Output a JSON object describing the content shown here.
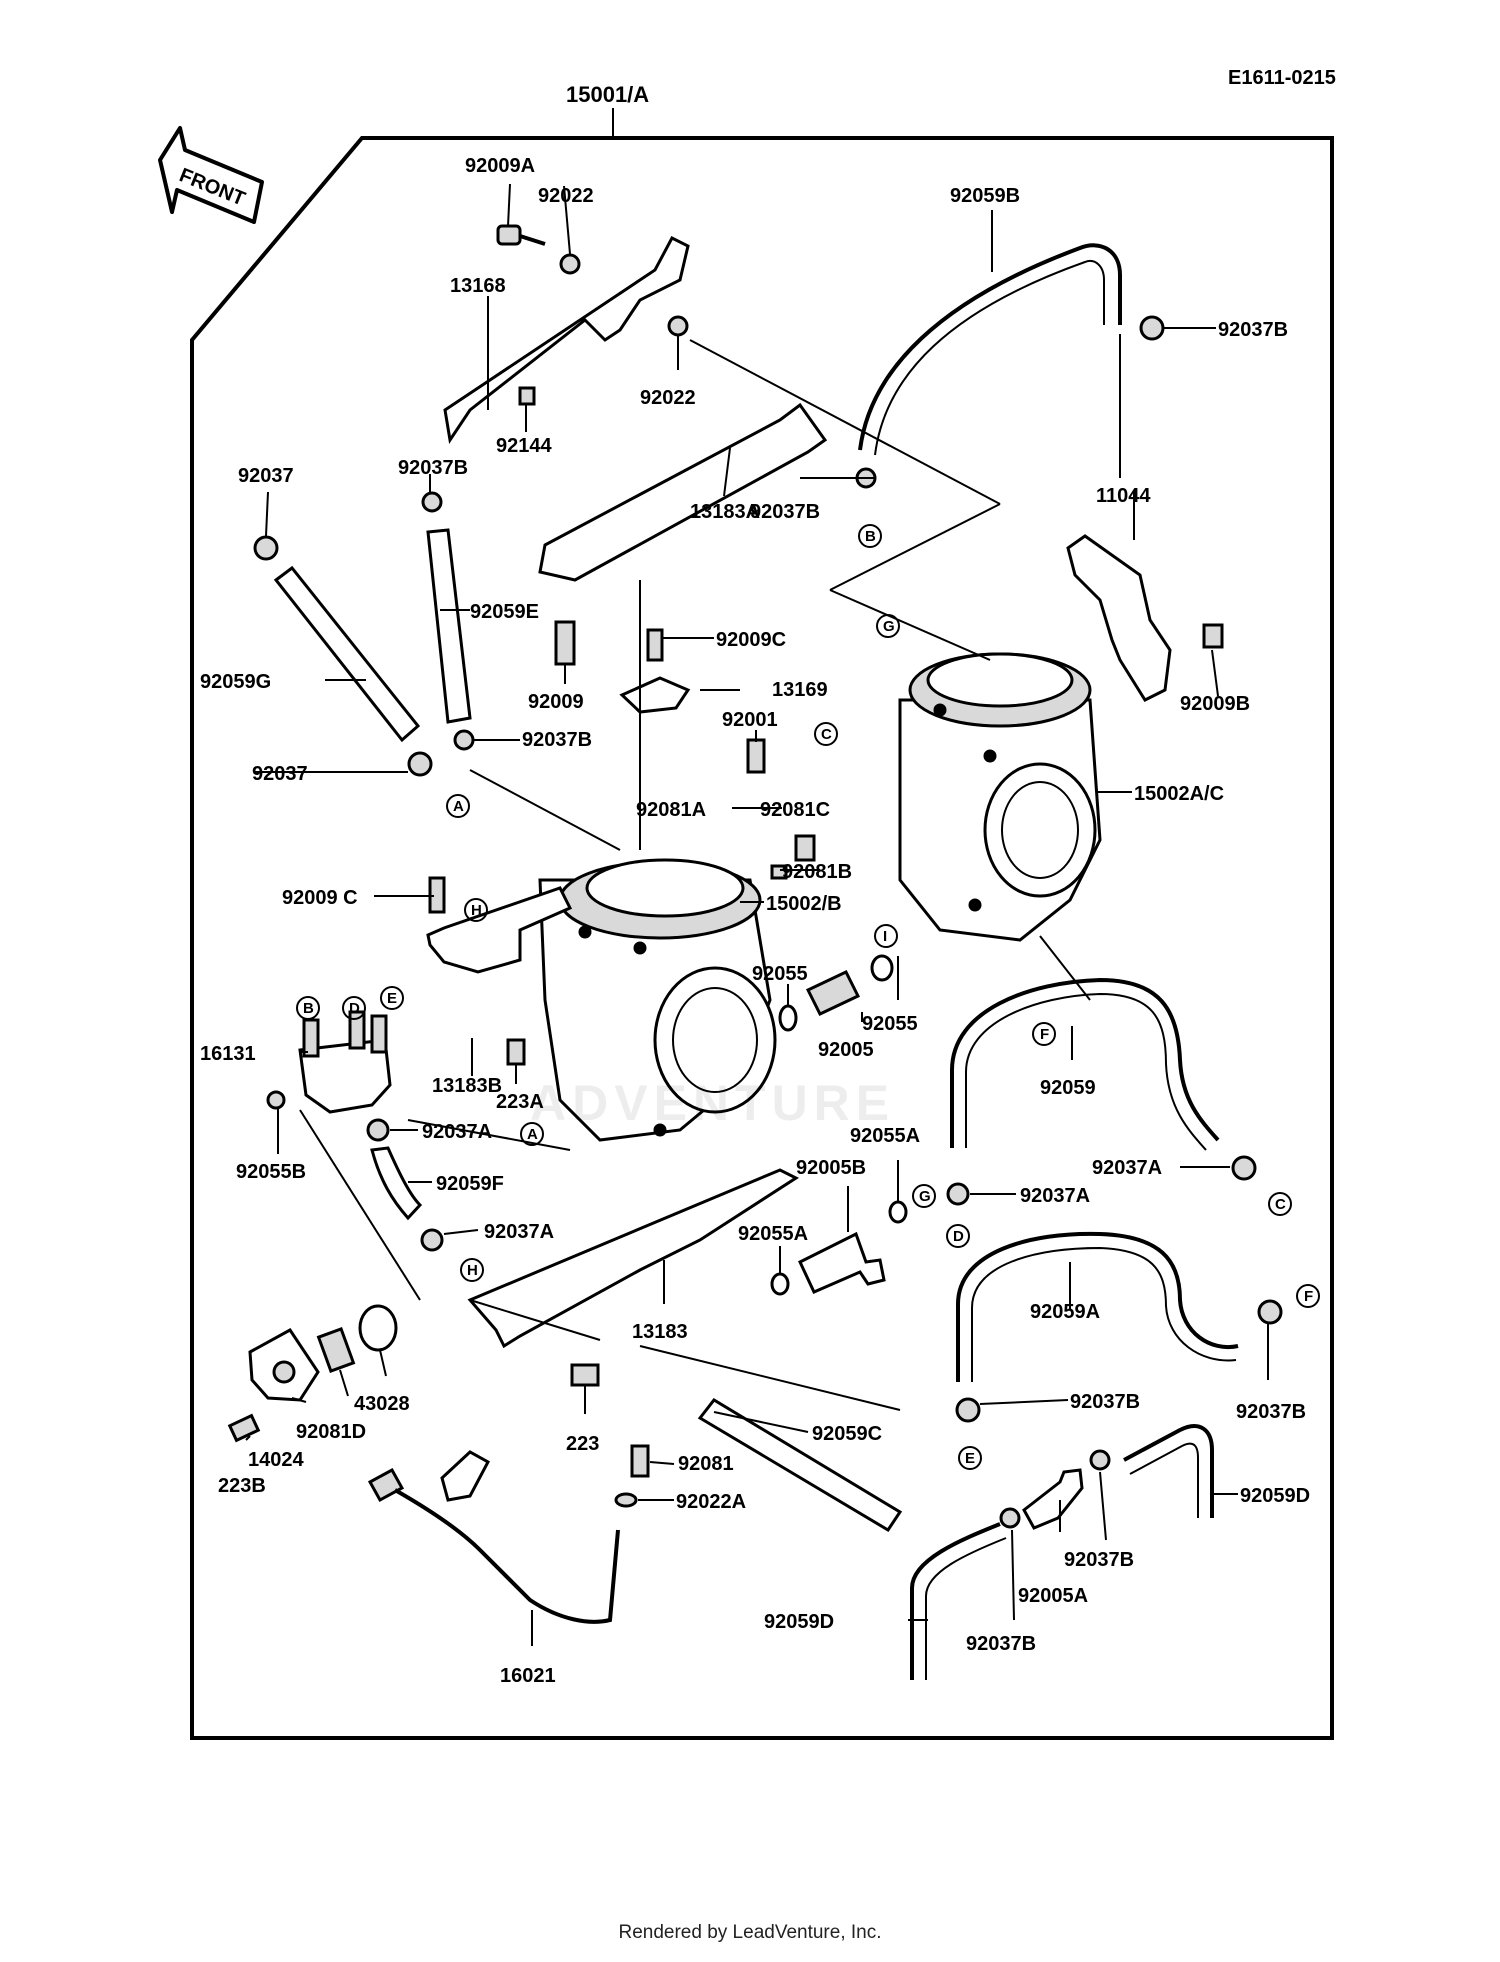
{
  "diagram_code": "E1611-0215",
  "assembly_label": "15001/A",
  "front_label": "FRONT",
  "footer": "Rendered by LeadVenture, Inc.",
  "watermark": "ADVENTURE",
  "parts": [
    "92009A",
    "92022",
    "92022",
    "13168",
    "92144",
    "92037B",
    "92037",
    "92059E",
    "92059G",
    "92037",
    "92009",
    "92037B",
    "13183A",
    "92037B",
    "92059B",
    "92037B",
    "11044",
    "92009B",
    "92009C",
    "13169",
    "92001",
    "92081A",
    "92081C",
    "92081B",
    "15002/B",
    "15002A/C",
    "92009 C",
    "16131",
    "92055B",
    "13183B",
    "223A",
    "92037A",
    "92059F",
    "92037A",
    "92055",
    "92055",
    "92005",
    "92059",
    "92055A",
    "92005B",
    "92037A",
    "92037A",
    "92055A",
    "13183",
    "92059A",
    "92037B",
    "92037B",
    "43028",
    "92081D",
    "14024",
    "223B",
    "223",
    "92081",
    "92022A",
    "92059C",
    "92059D",
    "92037B",
    "92005A",
    "92037B",
    "92059D",
    "16021"
  ],
  "callouts": [
    "A",
    "A",
    "B",
    "B",
    "C",
    "C",
    "D",
    "D",
    "E",
    "E",
    "F",
    "F",
    "G",
    "G",
    "H",
    "H",
    "I"
  ]
}
